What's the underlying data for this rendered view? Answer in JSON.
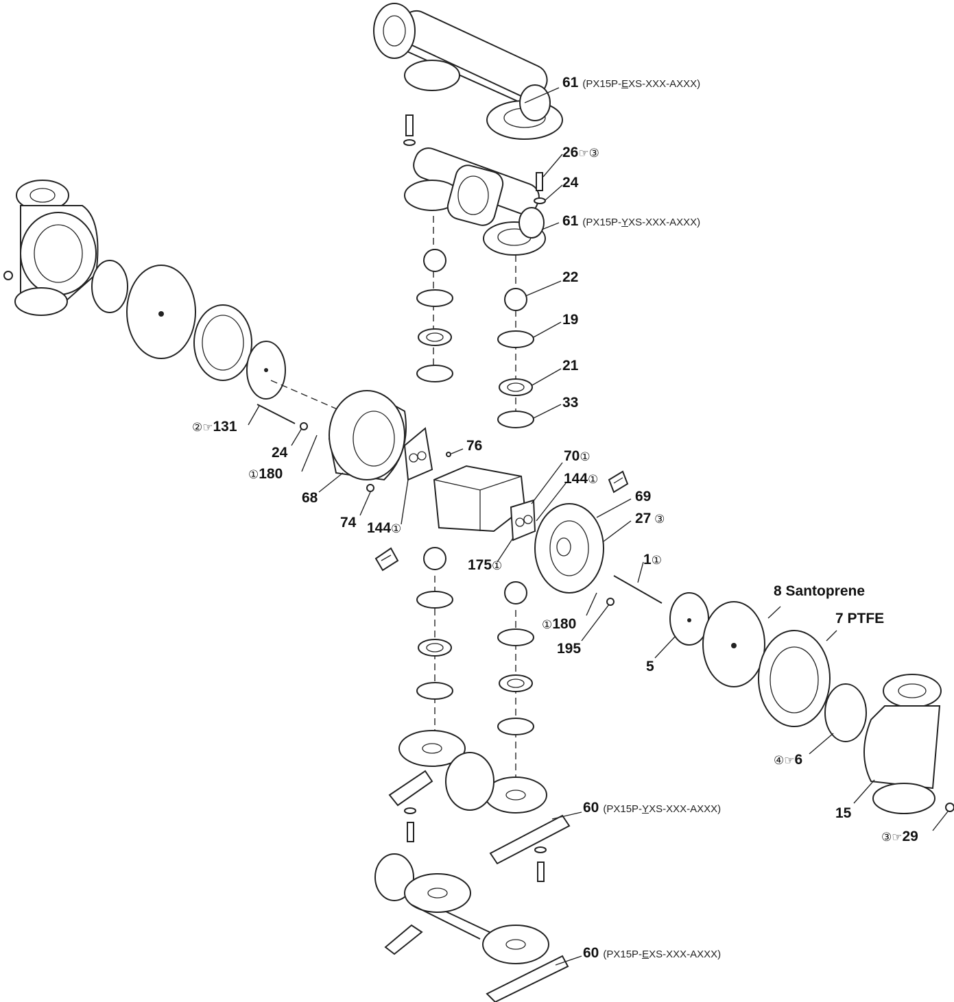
{
  "labels": {
    "l61_top": {
      "num": "61",
      "code_pre": "(PX15P-",
      "code_letter": "E",
      "code_post": "XS-XXX-AXXX)"
    },
    "l26": {
      "num": "26",
      "suffix": "☞③"
    },
    "l24_top": {
      "num": "24"
    },
    "l61_mid": {
      "num": "61",
      "code_pre": "(PX15P-",
      "code_letter": "Y",
      "code_post": "XS-XXX-AXXX)"
    },
    "l22": {
      "num": "22"
    },
    "l19": {
      "num": "19"
    },
    "l21": {
      "num": "21"
    },
    "l33": {
      "num": "33"
    },
    "l131": {
      "prefix": "②☞",
      "num": "131"
    },
    "l24_left": {
      "num": "24"
    },
    "l180_left": {
      "prefix": "①",
      "num": "180"
    },
    "l68": {
      "num": "68"
    },
    "l74": {
      "num": "74"
    },
    "l144_left": {
      "num": "144",
      "suffix": "①"
    },
    "l76": {
      "num": "76"
    },
    "l70": {
      "num": "70",
      "suffix": "①"
    },
    "l144_right": {
      "num": "144",
      "suffix": "①"
    },
    "l69": {
      "num": "69"
    },
    "l27": {
      "num": "27",
      "suffix": " ③"
    },
    "l175": {
      "num": "175",
      "suffix": "①"
    },
    "l1": {
      "num": "1",
      "suffix": "①"
    },
    "l180_right": {
      "prefix": "①",
      "num": "180"
    },
    "l195": {
      "num": "195"
    },
    "l8": {
      "num": "8",
      "text": " Santoprene"
    },
    "l7": {
      "num": "7",
      "text": " PTFE"
    },
    "l5": {
      "num": "5"
    },
    "l6": {
      "prefix": "④☞",
      "num": "6"
    },
    "l15": {
      "num": "15"
    },
    "l29": {
      "prefix": "③☞",
      "num": "29"
    },
    "l60_mid": {
      "num": "60",
      "code_pre": "(PX15P-",
      "code_letter": "Y",
      "code_post": "XS-XXX-AXXX)"
    },
    "l60_bot": {
      "num": "60",
      "code_pre": "(PX15P-",
      "code_letter": "E",
      "code_post": "XS-XXX-AXXX)"
    }
  }
}
